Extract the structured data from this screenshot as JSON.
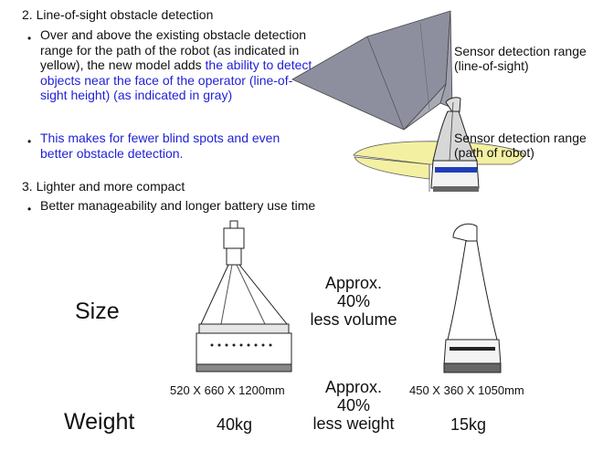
{
  "section2": {
    "heading": "2. Line-of-sight obstacle detection",
    "bullet1_black": "Over and above the existing obstacle detection range for the path of the robot (as indicated in yellow), the new model adds ",
    "bullet1_blue": "the ability to detect objects near the face of the operator (line-of-sight height) (as indicated in gray)",
    "bullet2_blue": "This makes for fewer blind spots and even better obstacle detection."
  },
  "diagram": {
    "label_los_1": "Sensor detection range",
    "label_los_2": "(line-of-sight)",
    "label_path_1": "Sensor detection range",
    "label_path_2": "(path of robot)",
    "colors": {
      "gray_cone": "#8e8f9e",
      "yellow_range": "#f4f0a2",
      "accent_blue": "#1f3fb8"
    }
  },
  "section3": {
    "heading": "3. Lighter and more compact",
    "bullet1": "Better manageability and longer battery use time"
  },
  "comparison": {
    "size_label": "Size",
    "weight_label": "Weight",
    "volume_line1": "Approx.",
    "volume_line2": "40%",
    "volume_line3": "less volume",
    "weight_line1": "Approx.",
    "weight_line2": "40%",
    "weight_line3": "less weight",
    "old_dims": "520 X 660 X 1200mm",
    "new_dims": "450 X 360 X 1050mm",
    "old_weight": "40kg",
    "new_weight": "15kg"
  }
}
